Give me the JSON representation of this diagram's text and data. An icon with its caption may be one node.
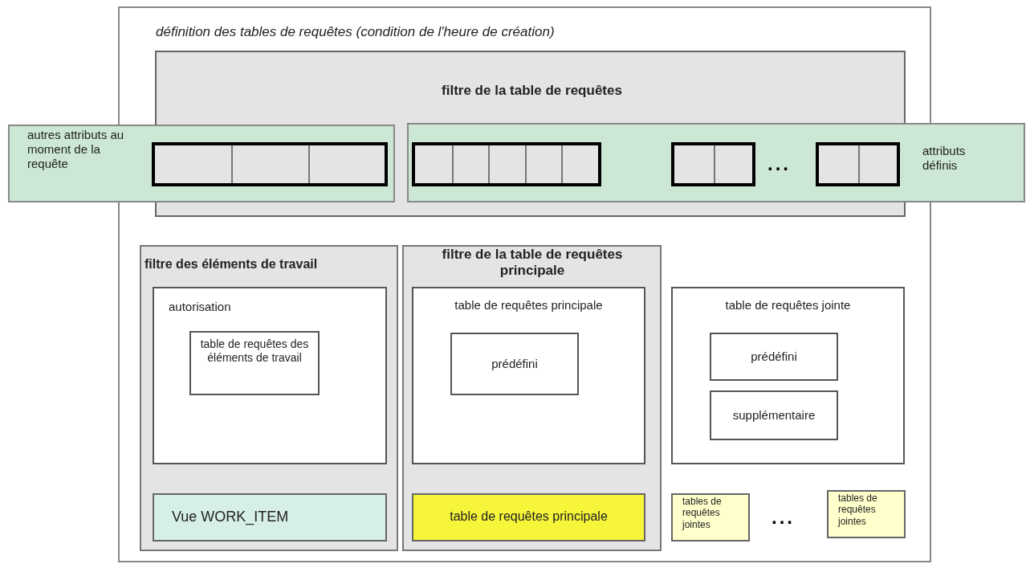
{
  "diagram": {
    "nodes": [
      {
        "text": [
          "définition des tables de requêtes (condition de l'heure de création)"
        ]
      },
      {
        "text": [
          "filtre de la table de requêtes"
        ],
        "in": 0
      },
      {
        "text": [
          "autres attributs au moment de la requête"
        ]
      },
      {
        "text": [],
        "shape": "bar"
      },
      {
        "text": [
          "attributs définis"
        ]
      },
      {
        "text": [],
        "shape": "bar",
        "in": 4
      },
      {
        "text": [],
        "shape": "bar",
        "in": 4
      },
      {
        "text": [],
        "shape": "bar",
        "in": 4
      },
      {
        "text": [
          "filtre des éléments de travail"
        ],
        "in": 0
      },
      {
        "text": [
          "autorisation"
        ],
        "in": 8
      },
      {
        "text": [
          "table de requêtes des éléments de travail"
        ],
        "in": 9
      },
      {
        "text": [
          "Vue WORK_ITEM"
        ],
        "in": 8
      },
      {
        "text": [
          "filtre de la table de requêtes principale"
        ],
        "in": 0
      },
      {
        "text": [
          "table de requêtes principale"
        ],
        "in": 12
      },
      {
        "text": [
          "prédéfini"
        ],
        "in": 13
      },
      {
        "text": [
          "table de requêtes principale"
        ],
        "in": 12
      },
      {
        "text": [
          "table de requêtes jointe"
        ],
        "in": 0
      },
      {
        "text": [
          "prédéfini"
        ],
        "in": 16
      },
      {
        "text": [
          "supplémentaire"
        ],
        "in": 16
      },
      {
        "text": [
          "tables de requêtes jointes"
        ],
        "in": 0
      },
      {
        "text": [
          "tables de requêtes jointes"
        ],
        "in": 0
      }
    ],
    "edges": [],
    "labels": [
      "...",
      "..."
    ]
  }
}
